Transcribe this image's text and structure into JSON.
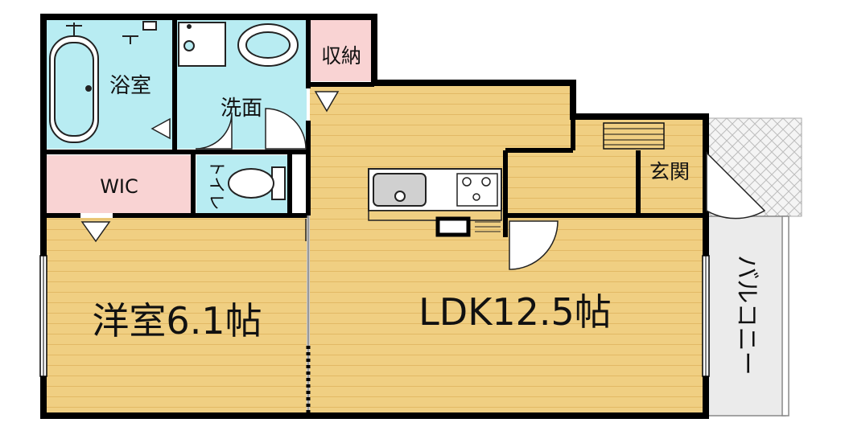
{
  "rooms": {
    "bath": "浴室",
    "washroom": "洗面",
    "storage": "収納",
    "wic": "WIC",
    "toilet": "トイレ",
    "entrance": "玄関",
    "western_room": "洋室6.1帖",
    "ldk": "LDK12.5帖",
    "balcony": "バルコニー"
  },
  "colors": {
    "wall": "#000000",
    "floor_wood": "#f0cf82",
    "floor_stripe": "#e2b965",
    "wet_area": "#b8ecf2",
    "closet": "#f9d3d3",
    "tile": "#ffffff",
    "balcony": "#ebebeb",
    "porch_lattice": "#c8c8c8"
  }
}
